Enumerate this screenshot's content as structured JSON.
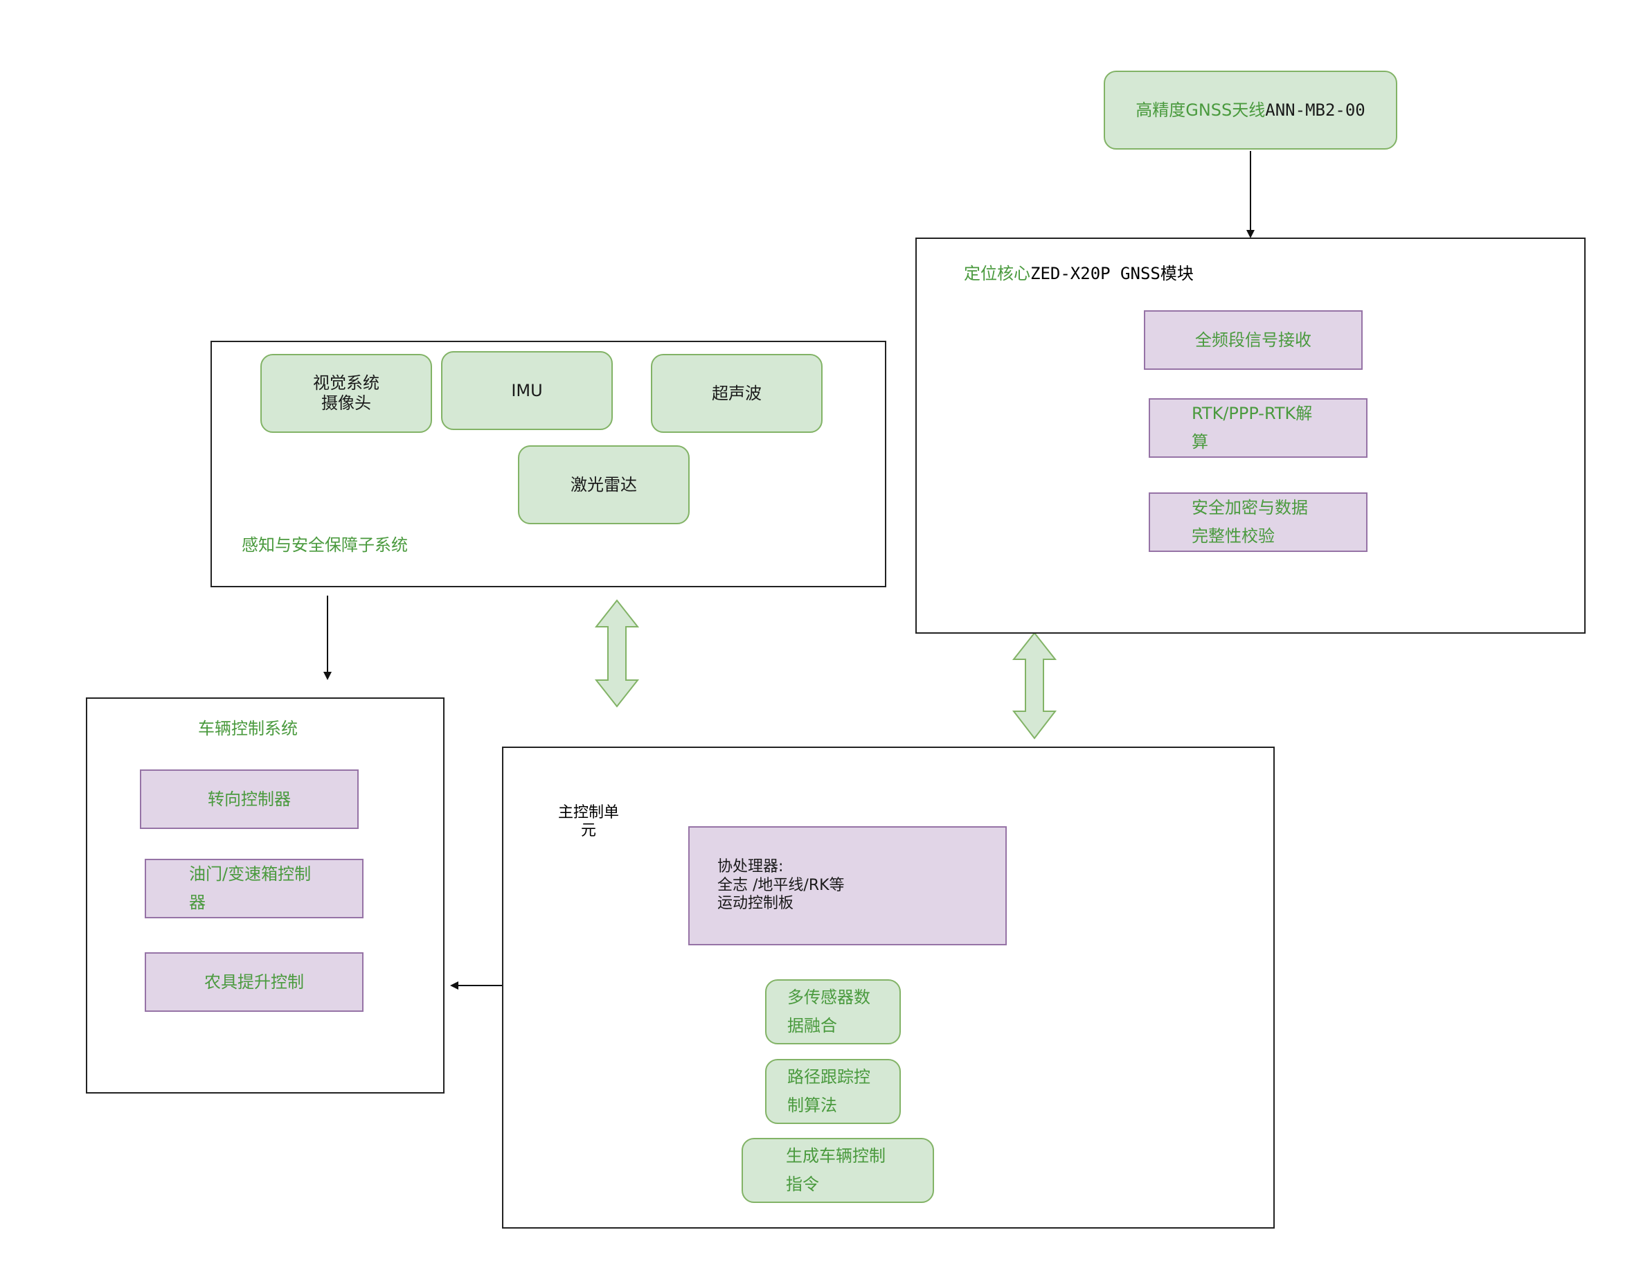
{
  "gnss_antenna": {
    "green_part": "高精度GNSS天线",
    "dark_part": "ANN-MB2-00"
  },
  "positioning_module": {
    "title_green": "定位核心",
    "title_dark": "ZED-X20P GNSS模块",
    "items": [
      "全频段信号接收",
      "RTK/PPP-RTK解\n算",
      "安全加密与数据\n完整性校验"
    ]
  },
  "perception": {
    "label": "感知与安全保障子系统",
    "sensors": [
      "视觉系统\n摄像头",
      "IMU",
      "超声波",
      "激光雷达"
    ]
  },
  "vehicle_control": {
    "title": "车辆控制系统",
    "items": [
      "转向控制器",
      "油门/变速箱控制\n器",
      "农具提升控制"
    ]
  },
  "main_control": {
    "title": "主控制单\n元",
    "coprocessor": "协处理器:\n全志 /地平线/RK等\n运动控制板",
    "functions": [
      "多传感器数\n据融合",
      "路径跟踪控\n制算法",
      "生成车辆控制\n指令"
    ]
  },
  "colors": {
    "green_fill": "#d5e8d4",
    "green_stroke": "#82b366",
    "purple_fill": "#e1d5e7",
    "purple_stroke": "#9673a6",
    "green_text": "#4a9a3e"
  }
}
